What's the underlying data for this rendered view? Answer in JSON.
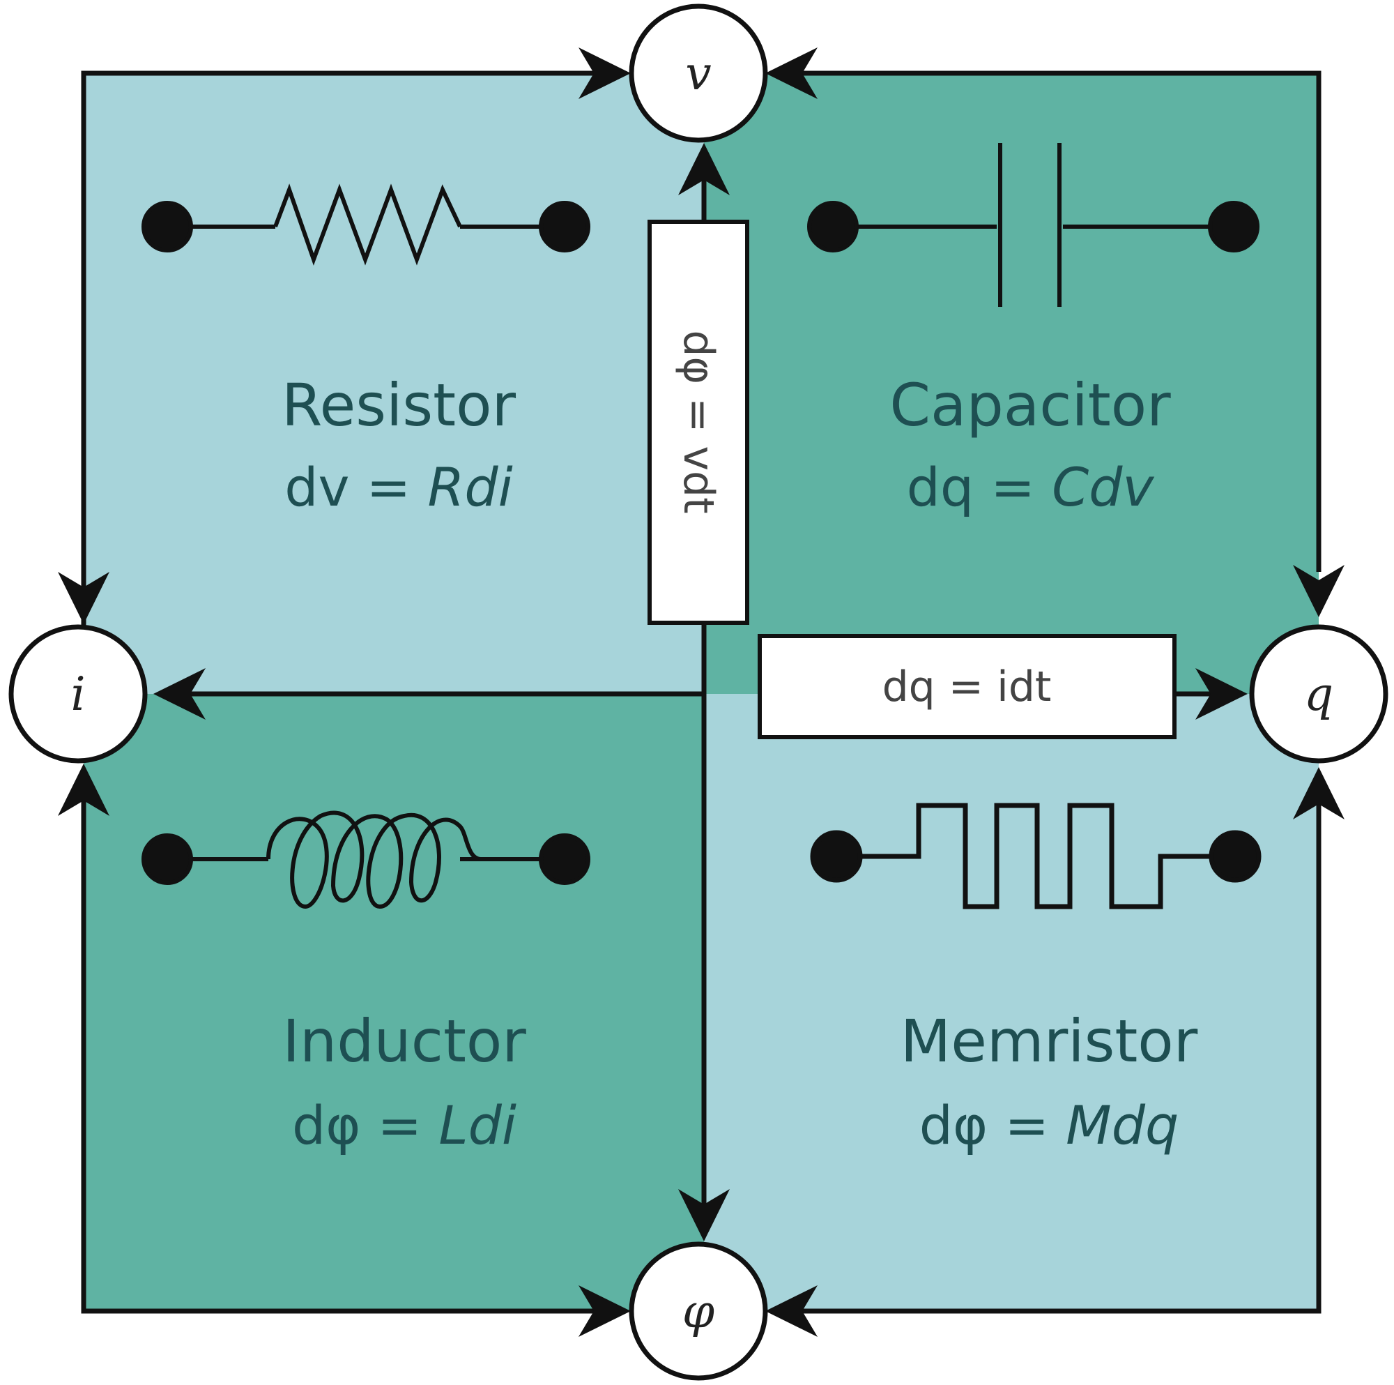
{
  "colors": {
    "light_teal": "#a7d4da",
    "dark_teal": "#5fb3a3",
    "line": "#111111",
    "text": "#1e4f52"
  },
  "quadrants": {
    "resistor": {
      "name": "Resistor",
      "eq_prefix": "dv = ",
      "eq_italic": "Rdi",
      "icon": "resistor-icon"
    },
    "capacitor": {
      "name": "Capacitor",
      "eq_prefix": "dq = ",
      "eq_italic": "Cdv",
      "icon": "capacitor-icon"
    },
    "inductor": {
      "name": "Inductor",
      "eq_prefix": "dφ = ",
      "eq_italic": "Ldi",
      "icon": "inductor-icon"
    },
    "memristor": {
      "name": "Memristor",
      "eq_prefix": "dφ = ",
      "eq_italic": "Mdq",
      "icon": "memristor-icon"
    }
  },
  "nodes": {
    "v": "v",
    "i": "i",
    "q": "q",
    "phi": "φ"
  },
  "relations": {
    "flux_voltage": "dφ = vdt",
    "charge_current": "dq = idt"
  }
}
